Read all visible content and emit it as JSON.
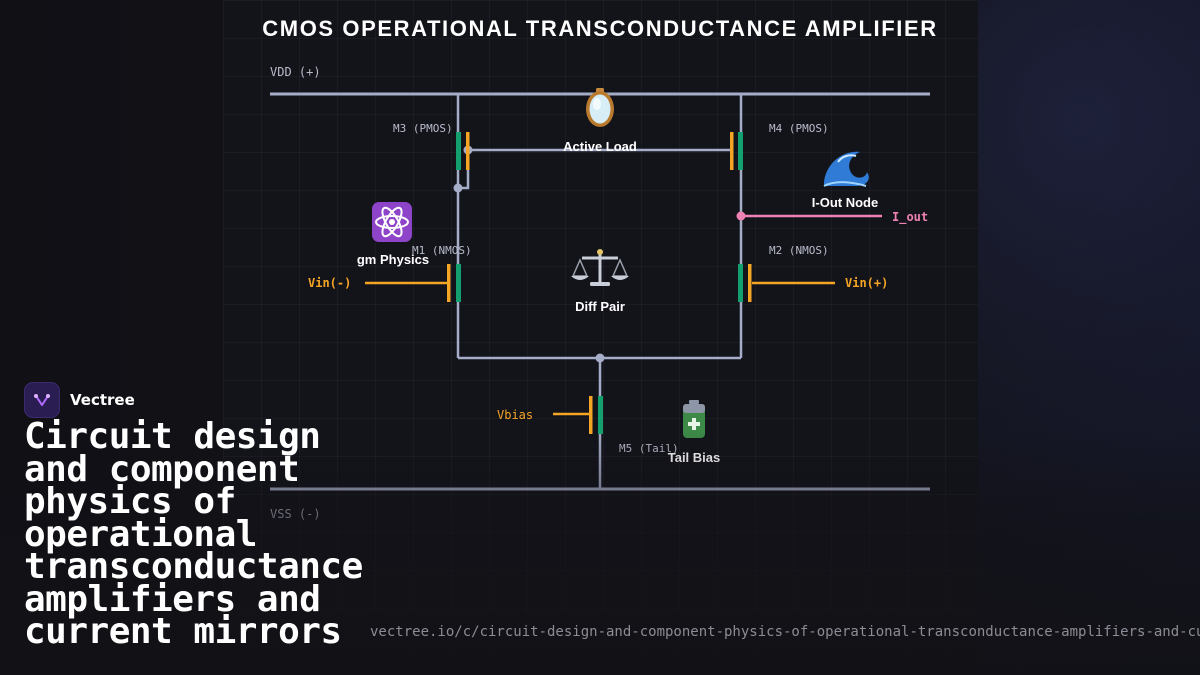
{
  "title": "CMOS OPERATIONAL TRANSCONDUCTANCE AMPLIFIER",
  "rails": {
    "vdd": "VDD (+)",
    "vss": "VSS (-)"
  },
  "transistors": {
    "m3": "M3 (PMOS)",
    "m4": "M4 (PMOS)",
    "m1": "M1 (NMOS)",
    "m2": "M2 (NMOS)",
    "m5": "M5 (Tail)"
  },
  "signals": {
    "vin_minus": "Vin(-)",
    "vin_plus": "Vin(+)",
    "i_out": "I_out",
    "vbias": "Vbias"
  },
  "callouts": {
    "active_load": {
      "label": "Active Load",
      "icon": "mirror-icon"
    },
    "i_out_node": {
      "label": "I-Out Node",
      "icon": "wave-icon"
    },
    "gm_physics": {
      "label": "gm Physics",
      "icon": "atom-icon"
    },
    "diff_pair": {
      "label": "Diff Pair",
      "icon": "balance-scale-icon"
    },
    "tail_bias": {
      "label": "Tail Bias",
      "icon": "battery-icon"
    }
  },
  "brand": {
    "name": "Vectree"
  },
  "headline": "Circuit design and component physics of operational transconductance amplifiers and current mirrors",
  "url": "vectree.io/c/circuit-design-and-component-physics-of-operational-transconductance-amplifiers-and-current-mirrors",
  "colors": {
    "wire": "#a6adc8",
    "gate": "#f5a524",
    "channel": "#14a06e",
    "output": "#ee82b4",
    "label": "#b8bccb",
    "background": "#111116"
  }
}
